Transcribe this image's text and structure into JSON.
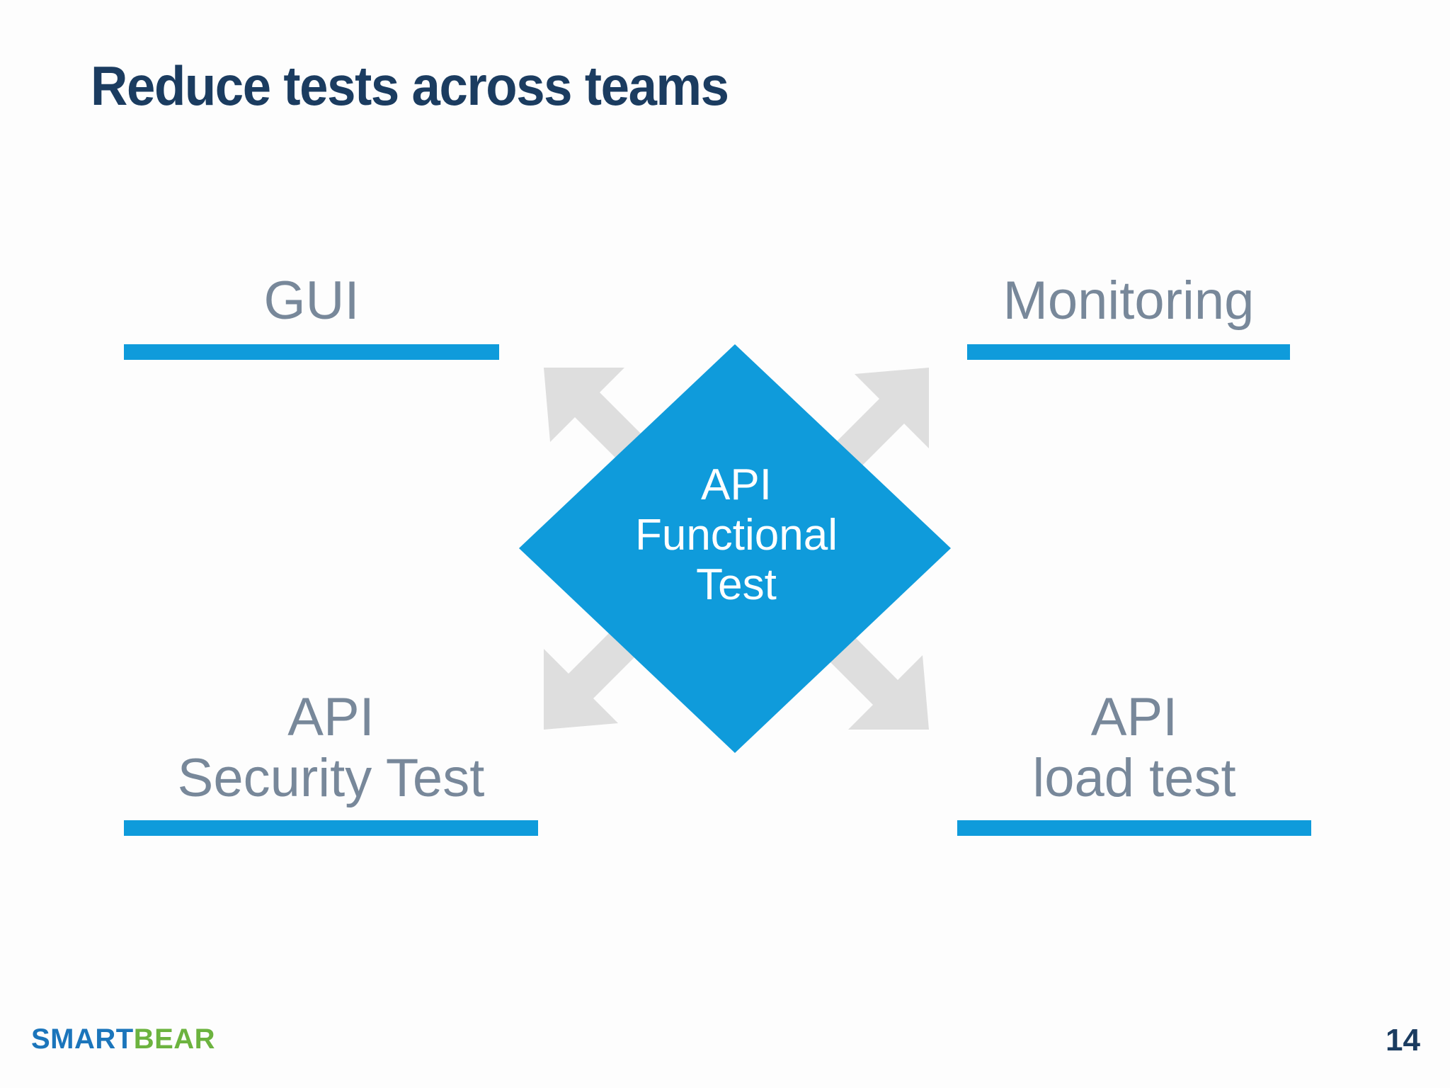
{
  "slide": {
    "title": "Reduce tests across teams",
    "page_number": "14",
    "accent_blue": "#0f9bdb",
    "title_navy": "#1b3c60",
    "label_gray": "#78889a",
    "arrow_gray": "#dedede",
    "rule_green": "#8cc63f"
  },
  "center": {
    "shape": "diamond",
    "label": "API\nFunctional\nTest",
    "fill": "#0f9bdb",
    "text_color": "#ffffff",
    "arrows_icon": "four-way-diagonal-arrows"
  },
  "quadrants": [
    {
      "id": "gui",
      "label": "GUI",
      "position": "top-left"
    },
    {
      "id": "monitoring",
      "label": "Monitoring",
      "position": "top-right"
    },
    {
      "id": "security",
      "label": "API\nSecurity Test",
      "position": "bottom-left"
    },
    {
      "id": "load",
      "label": "API\nload test",
      "position": "bottom-right"
    }
  ],
  "logo": {
    "part1": "SMART",
    "part2": "BEAR",
    "part1_color": "#1b75bb",
    "part2_color": "#6cb33f"
  }
}
